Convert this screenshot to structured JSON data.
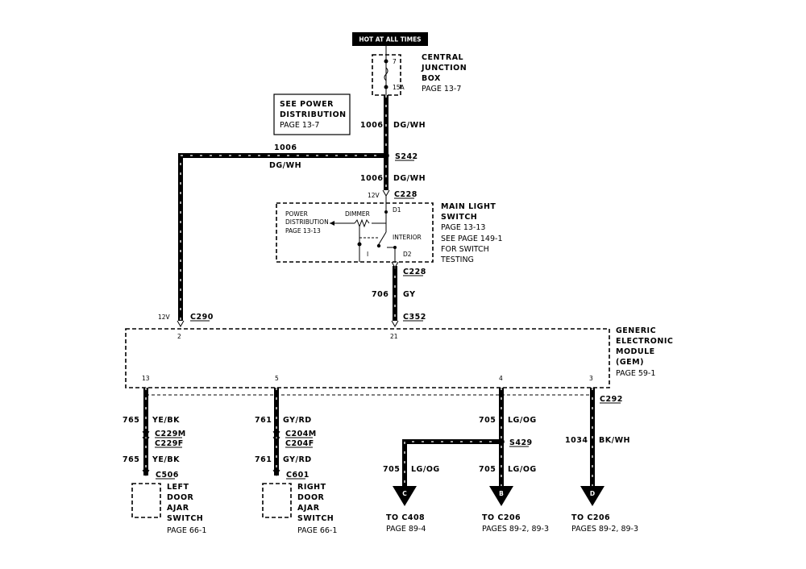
{
  "hot_label": "HOT AT ALL TIMES",
  "cjb": {
    "line1": "CENTRAL",
    "line2": "JUNCTION",
    "line3": "BOX",
    "page": "PAGE 13-7",
    "fuse_num": "7",
    "fuse_amp": "15A"
  },
  "power_dist_box": {
    "line1": "SEE POWER",
    "line2": "DISTRIBUTION",
    "page": "PAGE 13-7"
  },
  "wires": {
    "w1006_top_num": "1006",
    "w1006_top_color": "DG/WH",
    "w1006_left_num": "1006",
    "w1006_left_color": "DG/WH",
    "w1006_lower_num": "1006",
    "w1006_lower_color": "DG/WH",
    "w706_num": "706",
    "w706_color": "GY",
    "w765a_num": "765",
    "w765a_color": "YE/BK",
    "w765b_num": "765",
    "w765b_color": "YE/BK",
    "w761a_num": "761",
    "w761a_color": "GY/RD",
    "w761b_num": "761",
    "w761b_color": "GY/RD",
    "w705a_num": "705",
    "w705a_color": "LG/OG",
    "w705b_num": "705",
    "w705b_color": "LG/OG",
    "w705c_num": "705",
    "w705c_color": "LG/OG",
    "w1034_num": "1034",
    "w1034_color": "BK/WH"
  },
  "splices": {
    "s242": "S242",
    "s429": "S429"
  },
  "connectors": {
    "c228_top": "C228",
    "c228_bottom": "C228",
    "c290": "C290",
    "c352": "C352",
    "c229m": "C229M",
    "c229f": "C229F",
    "c506": "C506",
    "c204m": "C204M",
    "c204f": "C204F",
    "c601": "C601",
    "c292": "C292"
  },
  "voltage_12v_a": "12V",
  "voltage_12v_b": "12V",
  "main_light_switch": {
    "line1": "MAIN LIGHT",
    "line2": "SWITCH",
    "page": "PAGE 13-13",
    "see1": "SEE PAGE 149-1",
    "see2": "FOR SWITCH",
    "see3": "TESTING",
    "pd1": "POWER",
    "pd2": "DISTRIBUTION",
    "pd3": "PAGE 13-13",
    "dimmer": "DIMMER",
    "interior": "INTERIOR",
    "d1": "D1",
    "d2": "D2",
    "i": "I"
  },
  "gem": {
    "line1": "GENERIC",
    "line2": "ELECTRONIC",
    "line3": "MODULE",
    "line4": "(GEM)",
    "page": "PAGE 59-1",
    "pin_2": "2",
    "pin_21": "21",
    "pin_13": "13",
    "pin_5": "5",
    "pin_4": "4",
    "pin_3": "3"
  },
  "left_door": {
    "line1": "LEFT",
    "line2": "DOOR",
    "line3": "AJAR",
    "line4": "SWITCH",
    "page": "PAGE 66-1"
  },
  "right_door": {
    "line1": "RIGHT",
    "line2": "DOOR",
    "line3": "AJAR",
    "line4": "SWITCH",
    "page": "PAGE 66-1"
  },
  "dest_c": {
    "letter": "C",
    "to": "TO C408",
    "page": "PAGE 89-4"
  },
  "dest_b": {
    "letter": "B",
    "to": "TO C206",
    "page": "PAGES 89-2, 89-3"
  },
  "dest_d": {
    "letter": "D",
    "to": "TO C206",
    "page": "PAGES 89-2, 89-3"
  }
}
